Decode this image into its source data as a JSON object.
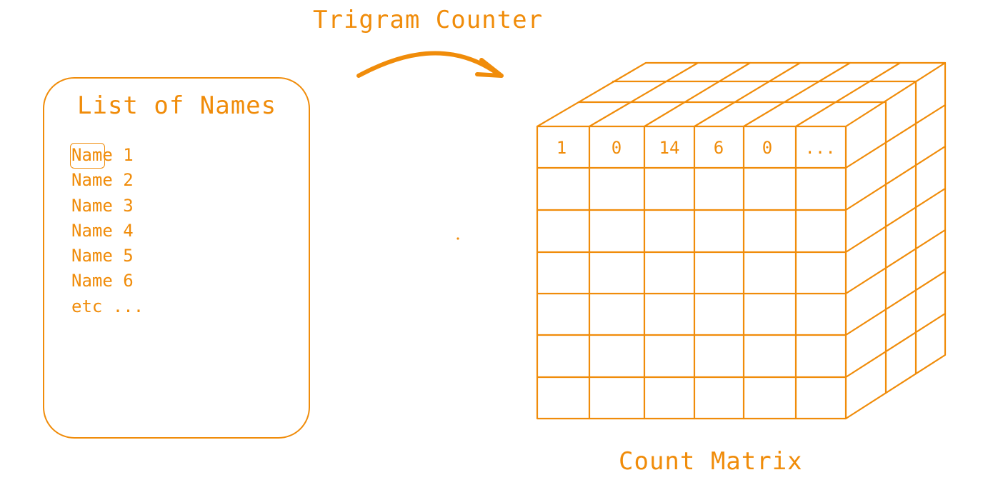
{
  "flow": {
    "arrow_label": "Trigram Counter"
  },
  "names_panel": {
    "title": "List of Names",
    "items": [
      "Name 1",
      "Name 2",
      "Name 3",
      "Name 4",
      "Name 5",
      "Name 6",
      "etc ..."
    ]
  },
  "matrix": {
    "label": "Count Matrix",
    "first_row_values": [
      "1",
      "0",
      "14",
      "6",
      "0",
      "..."
    ]
  },
  "colors": {
    "accent": "#F08C0A"
  }
}
